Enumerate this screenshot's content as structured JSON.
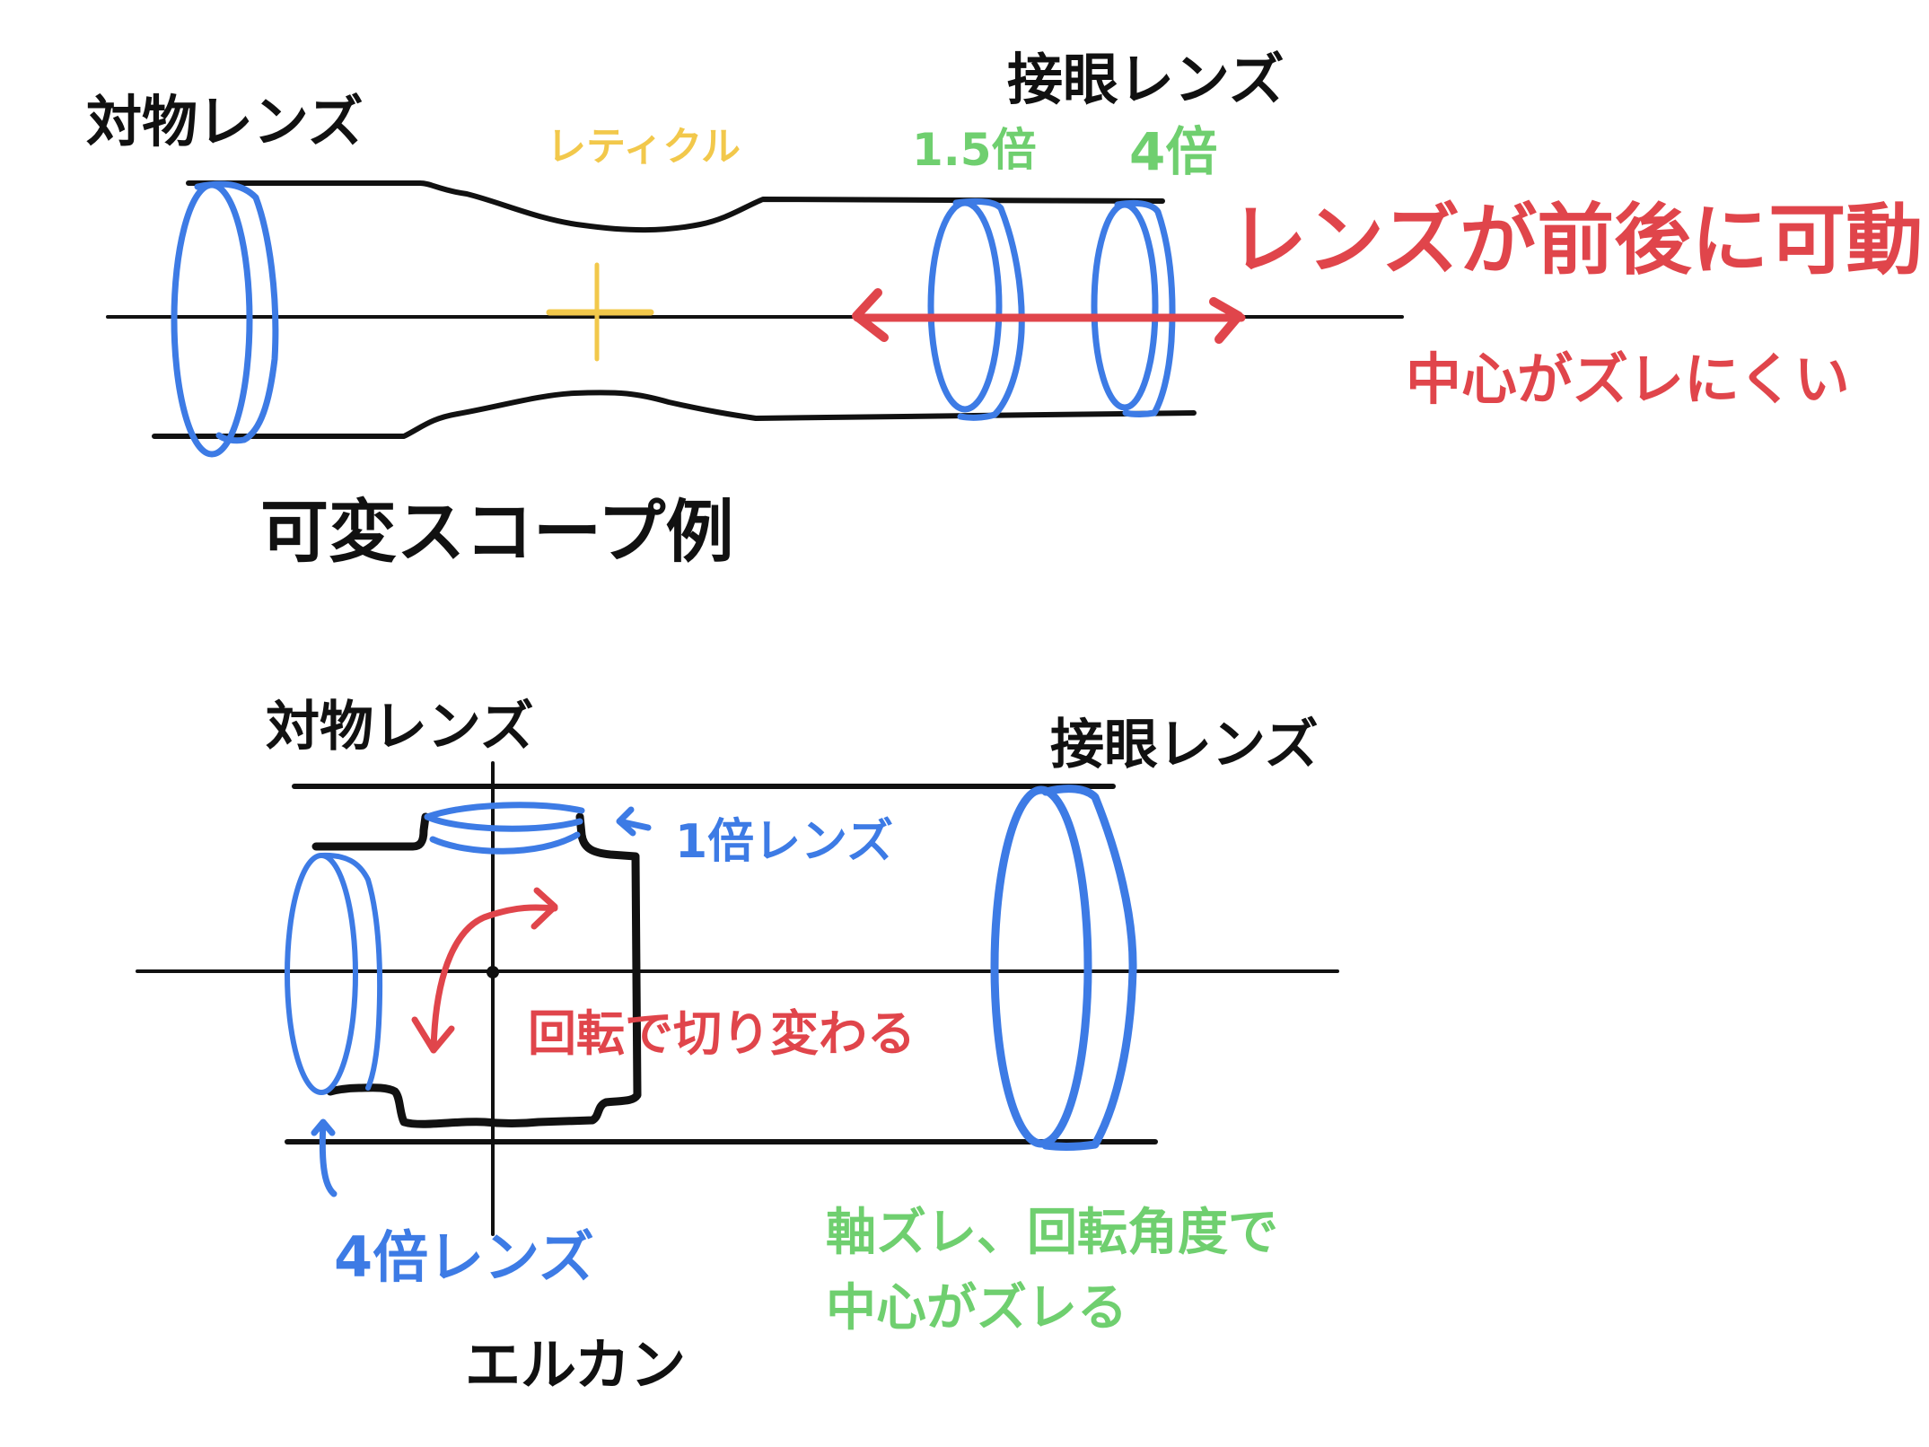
{
  "colors": {
    "ink": "#111111",
    "lens": "#3D7BE5",
    "annotation_red": "#E0454B",
    "annotation_green": "#6FCF6F",
    "reticle_yellow": "#F2C84B",
    "background": "#ffffff"
  },
  "top_diagram": {
    "caption": "可変スコープ例",
    "objective_label": "対物レンズ",
    "eyepiece_label": "接眼レンズ",
    "reticle_label": "レティクル",
    "lens_1_label": "1.5倍",
    "lens_2_label": "4倍",
    "movement_note": "レンズが前後に可動",
    "center_note": "中心がズレにくい"
  },
  "bottom_diagram": {
    "caption": "エルカン",
    "objective_label": "対物レンズ",
    "eyepiece_label": "接眼レンズ",
    "lens_1x_label": "1倍レンズ",
    "lens_4x_label": "4倍レンズ",
    "rotation_note": "回転で切り変わる",
    "offset_note_line1": "軸ズレ、回転角度で",
    "offset_note_line2": "中心がズレる"
  }
}
